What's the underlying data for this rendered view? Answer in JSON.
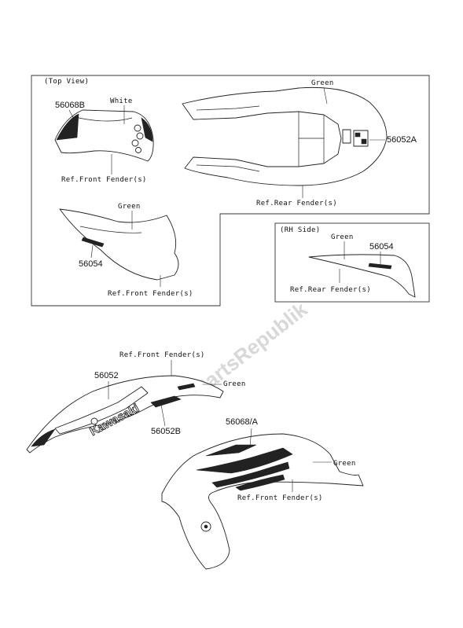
{
  "watermark": "PartsRepublik",
  "top_view": {
    "title": "(Top View)",
    "labels": {
      "part_56068b": "56068B",
      "white": "White",
      "ref_front_fender_1": "Ref.Front Fender(s)",
      "green_rear": "Green",
      "part_56052a": "56052A",
      "ref_rear_fender": "Ref.Rear Fender(s)",
      "green_front": "Green",
      "part_56054": "56054",
      "ref_front_fender_2": "Ref.Front Fender(s)"
    }
  },
  "rh_side": {
    "title": "(RH Side)",
    "labels": {
      "green": "Green",
      "part_56054": "56054",
      "ref_rear_fender": "Ref.Rear Fender(s)"
    }
  },
  "lower": {
    "ref_front_fender_top": "Ref.Front Fender(s)",
    "part_56052": "56052",
    "green_1": "Green",
    "part_56052b": "56052B",
    "brand_text": "Kawasaki",
    "part_56068a": "56068/A",
    "green_2": "Green",
    "ref_front_fender_bottom": "Ref.Front Fender(s)"
  }
}
